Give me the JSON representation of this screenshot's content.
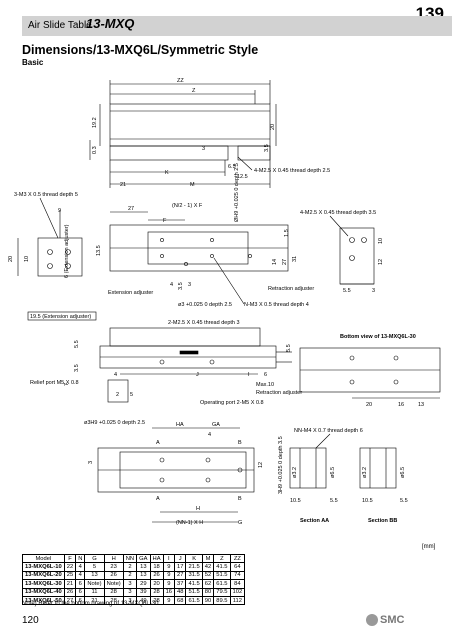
{
  "page_number": "139",
  "header": {
    "label": "Air Slide Table",
    "series": "13-MXQ"
  },
  "section_title": "Dimensions/13-MXQ6L/Symmetric Style",
  "subtitle": "Basic",
  "top_view": {
    "dims": [
      "ZZ",
      "Z",
      "19.2",
      "0.3",
      "20",
      "3.5",
      "3",
      "6.5",
      "12.5",
      "K",
      "M",
      "21"
    ],
    "callouts": [
      "4-M2.5 X 0.45 thread depth 2.5"
    ]
  },
  "middle_view": {
    "dims": [
      "9",
      "20",
      "13.5",
      "10",
      "27",
      "F",
      "(N/2 - 1) X F",
      "1.5",
      "14",
      "27",
      "31",
      "3.5",
      "4",
      "3",
      "12",
      "10",
      "5.5",
      "3"
    ],
    "callouts": [
      "3-M3 X 0.5 thread depth 5",
      "6 (Extension adjuster)",
      "ØH9 +0.025 0 depth 2.5",
      "4-M2.5 X 0.45 thread depth 3.5",
      "Extension adjuster",
      "Retraction adjuster",
      "ø3 +0.025 0 depth 2.5",
      "N-M3 X 0.5 thread depth 4",
      "19.5 (Extension adjuster)"
    ]
  },
  "side_view": {
    "dims": [
      "5.5",
      "7",
      "3.5",
      "4",
      "J",
      "I",
      "6",
      "2",
      "5",
      "5.5",
      "20",
      "16",
      "13"
    ],
    "callouts": [
      "2-M2.5 X 0.45 thread depth 3",
      "Relief port M5 X 0.8",
      "Max.10",
      "Retraction adjuster",
      "Operating port 2-M5 X 0.8",
      "Bottom view of 13-MXQ6L-30"
    ]
  },
  "bottom_view": {
    "dims": [
      "HA",
      "GA",
      "4",
      "A",
      "B",
      "3",
      "12",
      "H",
      "(NN-1) X H",
      "G",
      "10.5",
      "5.5",
      "10.5",
      "5.5"
    ],
    "callouts": [
      "ø3H9 +0.025 0 depth 2.5",
      "NN-M4 X 0.7 thread depth 6",
      "3H9 +0.025 0 depth 3.5",
      "ø3.2",
      "ø6.5",
      "ø3.2",
      "ø6.5"
    ],
    "sections": [
      "Section AA",
      "Section BB"
    ]
  },
  "table": {
    "unit": "[mm]",
    "headers": [
      "Model",
      "F",
      "N",
      "G",
      "H",
      "NN",
      "GA",
      "HA",
      "I",
      "J",
      "K",
      "M",
      "Z",
      "ZZ"
    ],
    "rows": [
      [
        "13-MXQ6L-10",
        "22",
        "4",
        "5",
        "23",
        "2",
        "13",
        "18",
        "9",
        "17",
        "21.5",
        "42",
        "41.5",
        "64"
      ],
      [
        "13-MXQ6L-20",
        "25",
        "4",
        "13",
        "26",
        "2",
        "13",
        "26",
        "9",
        "27",
        "31.5",
        "52",
        "51.5",
        "74"
      ],
      [
        "13-MXQ6L-30",
        "21",
        "6",
        "Note)",
        "Note)",
        "3",
        "29",
        "20",
        "9",
        "37",
        "41.5",
        "62",
        "61.5",
        "84"
      ],
      [
        "13-MXQ6L-40",
        "26",
        "6",
        "11",
        "28",
        "3",
        "39",
        "28",
        "16",
        "48",
        "51.5",
        "80",
        "79.5",
        "102"
      ],
      [
        "13-MXQ6L-50",
        "27",
        "6",
        "21",
        "28",
        "3",
        "49",
        "28",
        "9",
        "68",
        "61.5",
        "90",
        "89.5",
        "112"
      ]
    ]
  },
  "note": "Note) Refer to the bottom drawing of 13-MXQ6L-30.",
  "footer": {
    "page": "120",
    "brand": "SMC"
  }
}
